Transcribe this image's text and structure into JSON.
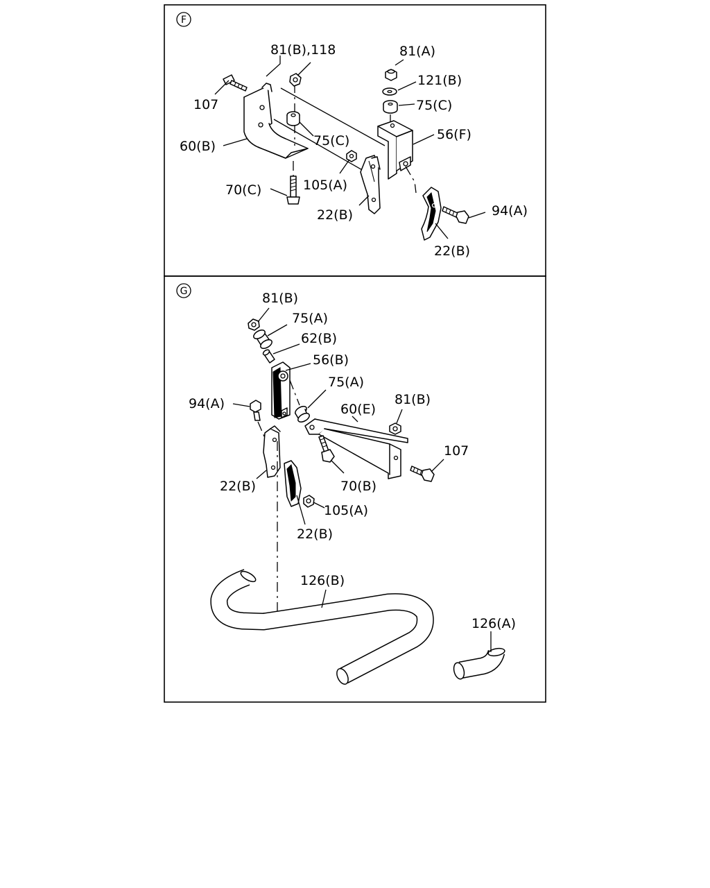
{
  "section_f": {
    "marker": "F",
    "labels": [
      "81(B),118",
      "81(A)",
      "121(B)",
      "75(C)",
      "107",
      "56(F)",
      "75(C)",
      "60(B)",
      "105(A)",
      "70(C)",
      "22(B)",
      "94(A)",
      "22(B)"
    ]
  },
  "section_g": {
    "marker": "G",
    "labels": [
      "81(B)",
      "75(A)",
      "62(B)",
      "56(B)",
      "75(A)",
      "81(B)",
      "94(A)",
      "60(E)",
      "107",
      "22(B)",
      "70(B)",
      "105(A)",
      "22(B)",
      "126(B)",
      "126(A)"
    ]
  }
}
